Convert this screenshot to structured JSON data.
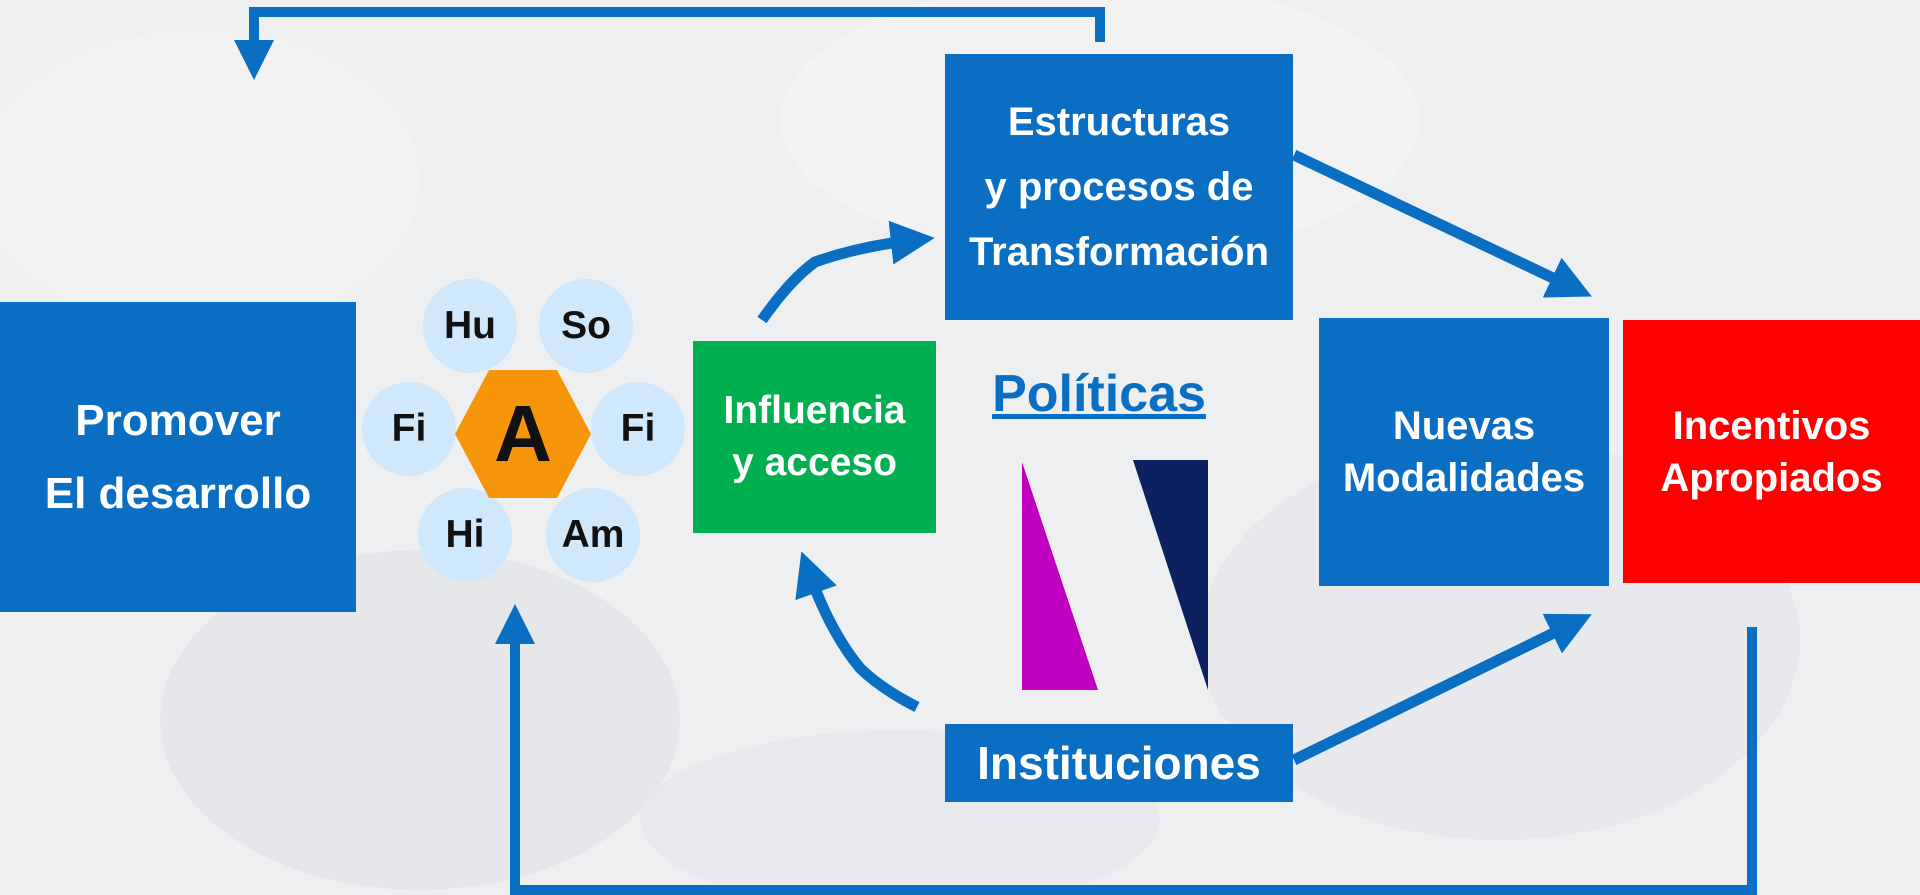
{
  "colors": {
    "blue": "#0a6fc2",
    "green": "#00b050",
    "red": "#ff0000",
    "orange": "#f7950a",
    "light_blue": "#cfe8fb",
    "magenta": "#c000c0",
    "navy": "#0c2160"
  },
  "diagram": {
    "promover": {
      "line1": "Promover",
      "line2": "El desarrollo"
    },
    "hexagon": {
      "label": "A"
    },
    "circles": {
      "hu": "Hu",
      "so": "So",
      "fi_left": "Fi",
      "fi_right": "Fi",
      "hi": "Hi",
      "am": "Am"
    },
    "influencia": {
      "line1": "Influencia",
      "line2": "y acceso"
    },
    "estructuras": {
      "line1": "Estructuras",
      "line2": "y procesos de",
      "line3": "Transformación"
    },
    "politicas": "Políticas",
    "instituciones": "Instituciones",
    "nuevas": {
      "line1": "Nuevas",
      "line2": "Modalidades"
    },
    "incentivos": {
      "line1": "Incentivos",
      "line2": "Apropiados"
    }
  }
}
